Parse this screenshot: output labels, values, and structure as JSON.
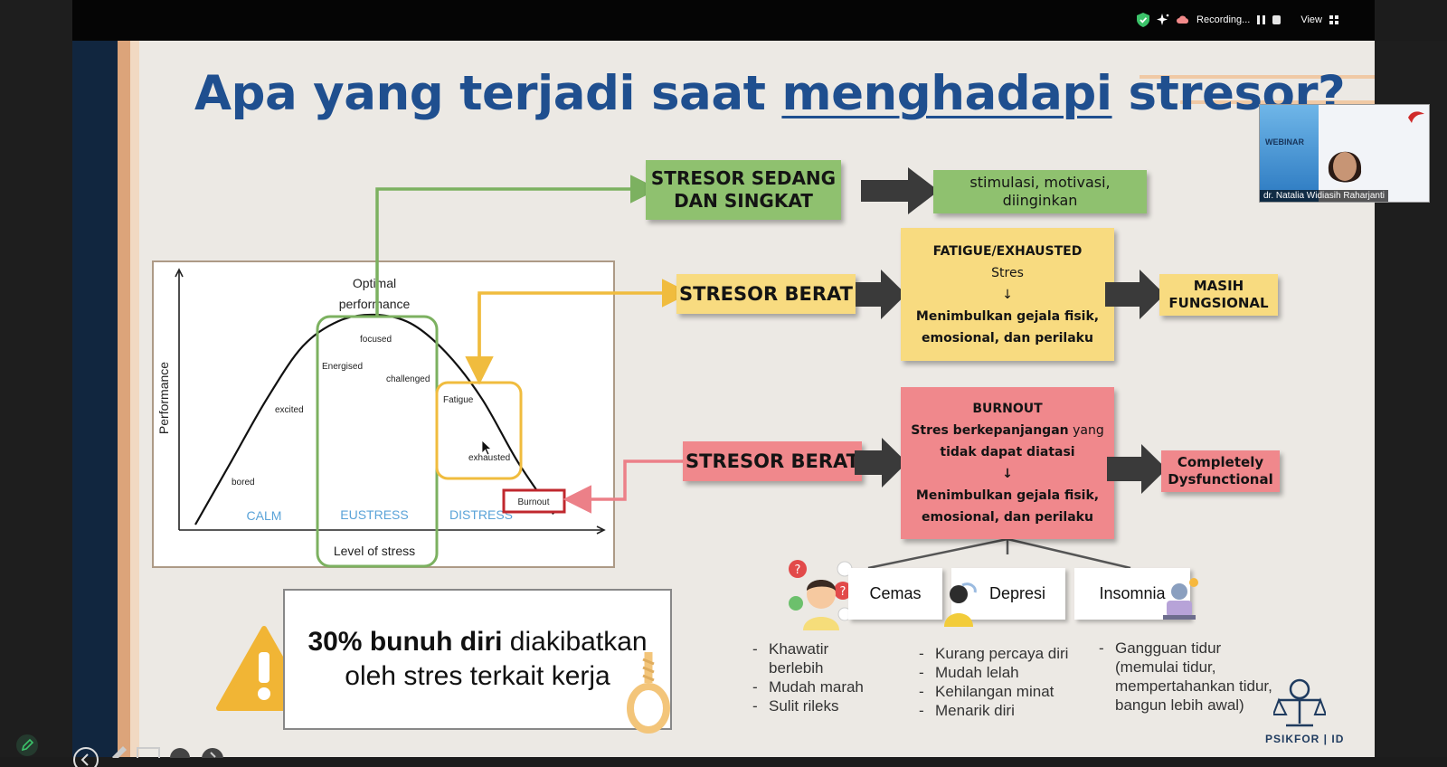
{
  "title": {
    "before": "Apa yang terjadi saat",
    "underlined": "menghadapi",
    "after": "stresor?"
  },
  "recording_bar": {
    "recording_label": "Recording...",
    "view_label": "View"
  },
  "webcam": {
    "banner": "WEBINAR",
    "participant_name": "dr. Natalia Widiasih Raharjanti"
  },
  "chart_data": {
    "type": "line",
    "title": "",
    "xlabel": "Level of stress",
    "ylabel": "Performance",
    "peak_label_line1": "Optimal",
    "peak_label_line2": "performance",
    "curve_labels": [
      "bored",
      "excited",
      "Energised",
      "focused",
      "challenged",
      "Fatigue",
      "exhausted",
      "Burnout"
    ],
    "zones": [
      "CALM",
      "EUSTRESS",
      "DISTRESS"
    ],
    "zone_colors": {
      "calm": "#5aa3d8",
      "eustress": "#5aa3d8",
      "distress": "#5aa3d8"
    },
    "x": [
      0,
      1,
      2,
      3,
      4,
      5,
      6,
      7,
      8,
      9,
      10
    ],
    "y": [
      0,
      3,
      6,
      8.5,
      9.7,
      10,
      9.6,
      8.2,
      6,
      3,
      0.5
    ],
    "grid": false
  },
  "flow": {
    "row1": {
      "stressor": "STRESOR SEDANG DAN SINGKAT",
      "stressor_line1": "STRESOR SEDANG",
      "stressor_line2": "DAN SINGKAT",
      "result_line1": "stimulasi, motivasi,",
      "result_line2": "diinginkan"
    },
    "row2": {
      "stressor": "STRESOR BERAT",
      "mid_title": "FATIGUE/EXHAUSTED",
      "mid_sub": "Stres",
      "down_arrow": "↓",
      "mid_line1": "Menimbulkan gejala fisik,",
      "mid_line2": "emosional, dan perilaku",
      "result_line1": "MASIH",
      "result_line2": "FUNGSIONAL"
    },
    "row3": {
      "stressor": "STRESOR BERAT",
      "mid_title": "BURNOUT",
      "mid_sub1_bold": "Stres berkepanjangan",
      "mid_sub1_rest": " yang",
      "mid_sub2": "tidak dapat diatasi",
      "down_arrow": "↓",
      "mid_line1": "Menimbulkan gejala fisik,",
      "mid_line2": "emosional, dan perilaku",
      "result_line1": "Completely",
      "result_line2": "Dysfunctional"
    }
  },
  "colors": {
    "title": "#1f4f8f",
    "green": "#8fc16f",
    "yellow": "#f8db80",
    "red": "#f0888c",
    "connector_green": "#7cb160",
    "connector_yellow": "#f0bc3e",
    "connector_red": "#ec8088",
    "dark_arrow": "#3a3a3a"
  },
  "warning": {
    "bold": "30% bunuh diri",
    "rest": " diakibatkan",
    "line2": "oleh stres terkait kerja"
  },
  "symptoms": {
    "cards": [
      "Cemas",
      "Depresi",
      "Insomnia"
    ],
    "cemas": [
      {
        "text": "Khawatir",
        "cont": false
      },
      {
        "text": "berlebih",
        "cont": true
      },
      {
        "text": "Mudah marah",
        "cont": false
      },
      {
        "text": "Sulit rileks",
        "cont": false
      }
    ],
    "depresi": [
      {
        "text": "Kurang percaya diri",
        "cont": false
      },
      {
        "text": "Mudah lelah",
        "cont": false
      },
      {
        "text": "Kehilangan minat",
        "cont": false
      },
      {
        "text": "Menarik diri",
        "cont": false
      }
    ],
    "insomnia": [
      {
        "text": "Gangguan tidur",
        "cont": false
      },
      {
        "text": "(memulai tidur,",
        "cont": true
      },
      {
        "text": "mempertahankan tidur,",
        "cont": true
      },
      {
        "text": "bangun lebih awal)",
        "cont": true
      }
    ]
  },
  "brand": "PSIKFOR | ID",
  "icons": [
    "shield-check-icon",
    "sparkle-icon",
    "cloud-icon",
    "pause-icon",
    "stop-icon",
    "grid-icon",
    "warning-icon",
    "noose-icon",
    "scales-icon",
    "pen-icon",
    "arrow-left-icon",
    "pencil-icon",
    "pause-icon",
    "chevron-right-icon"
  ]
}
